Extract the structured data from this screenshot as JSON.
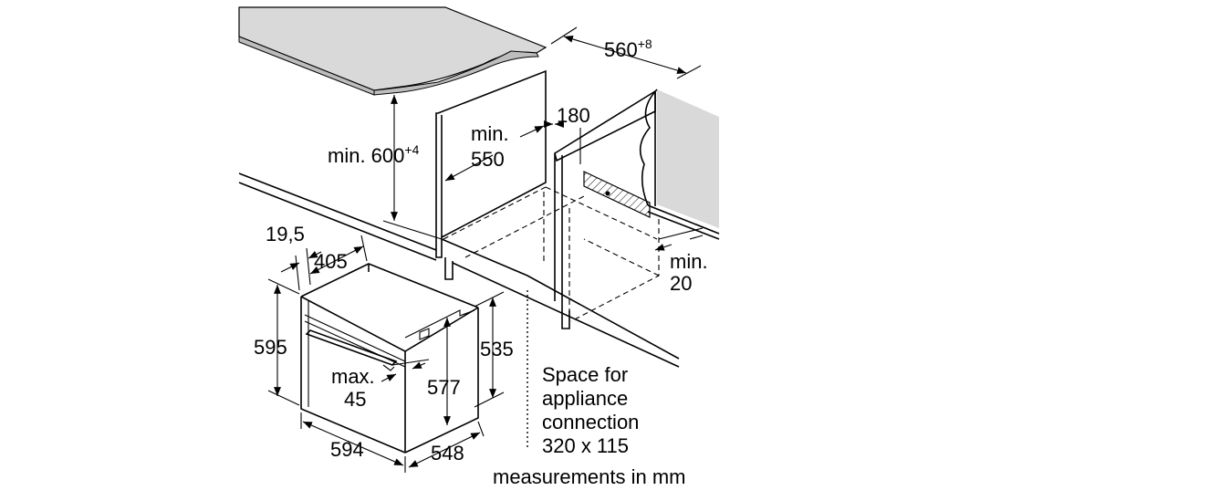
{
  "labels": {
    "cutout_width": "560",
    "cutout_width_tol": "+8",
    "cutout_height_prefix": "min. 600",
    "cutout_height_tol": "+4",
    "cutout_depth_line1": "min.",
    "cutout_depth_line2": "550",
    "rear_gap": "180",
    "side_gap_line1": "min.",
    "side_gap_line2": "20",
    "front_offset": "19,5",
    "depth_top": "405",
    "oven_height": "595",
    "body_height": "535",
    "body_height_inner": "577",
    "handle_line1": "max.",
    "handle_line2": "45",
    "oven_width": "594",
    "oven_depth": "548",
    "connection_line1": "Space for",
    "connection_line2": "appliance",
    "connection_line3": "connection",
    "connection_line4": "320 x 115",
    "units_note": "measurements in mm"
  },
  "colors": {
    "worktop_fill": "#d9d9d9",
    "line": "#000000",
    "background": "#ffffff"
  }
}
